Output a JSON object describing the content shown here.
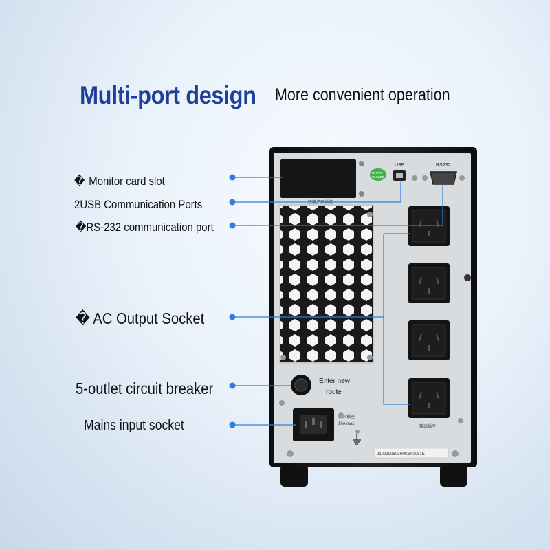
{
  "header": {
    "title": "Multi-port design",
    "subtitle": "More convenient operation"
  },
  "labels": [
    {
      "lead": "�",
      "text": " Monitor card slot"
    },
    {
      "lead": "2",
      "text": "USB Communication Ports"
    },
    {
      "lead": "�",
      "text": "RS-232 communication port"
    },
    {
      "lead": "�",
      "text": " AC Output Socket"
    },
    {
      "lead": "",
      "text": "5-outlet circuit breaker"
    },
    {
      "lead": "",
      "text": "Mains input socket"
    }
  ],
  "device": {
    "usb_label": "USB",
    "rs232_label": "RS232",
    "badge_line1": "HI-POT",
    "badge_line2": "PASSED",
    "slot_caption": "智能扩展插槽",
    "breaker_caption_line1": "Enter new",
    "breaker_caption_line2": "route",
    "input_caption_line1": "输入插座",
    "input_caption_line2": "10A max.",
    "output_caption": "输出插座",
    "barcode_text": "2102290503H0KB00081E"
  },
  "colors": {
    "title_blue": "#1f3f9a",
    "callout_blue": "#2f7fd8",
    "panel_gray": "#d9dcdf",
    "cabinet_black": "#141414",
    "badge_green": "#3fb24b"
  }
}
